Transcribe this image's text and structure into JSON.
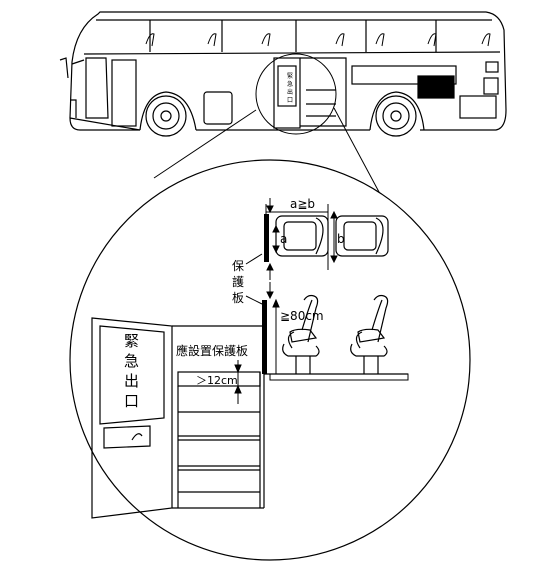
{
  "bus": {
    "door_sign_chars": [
      "緊",
      "急",
      "出",
      "口"
    ]
  },
  "detail": {
    "door_sign_chars": [
      "緊",
      "急",
      "出",
      "口"
    ],
    "top_dim": "a≧b",
    "seat_label_a": "a",
    "seat_label_b": "b",
    "guard_label_chars": [
      "保",
      "護",
      "板"
    ],
    "height_dim": "≧80cm",
    "install_note": "應設置保護板",
    "step_dim": "＞12cm"
  }
}
